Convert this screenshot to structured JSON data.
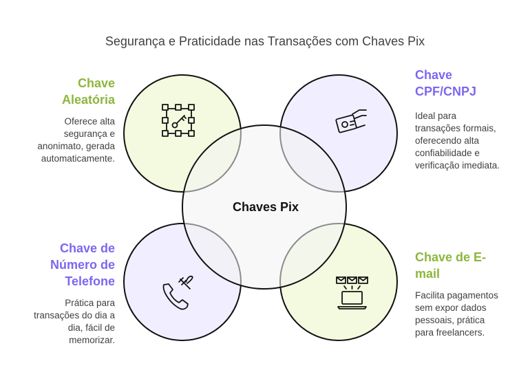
{
  "title": "Segurança e Praticidade nas Transações com Chaves Pix",
  "center": {
    "label": "Chaves Pix"
  },
  "colors": {
    "green_text": "#8db63c",
    "purple_text": "#7b68ee",
    "green_fill": "#f3fadf",
    "purple_fill": "#f1efff",
    "center_fill": "#f2f2f2"
  },
  "items": [
    {
      "id": "aleatoria",
      "heading": "Chave Aleatória",
      "heading_lines": [
        "Chave",
        "Aleatória"
      ],
      "description_lines": [
        "Oferece alta",
        "segurança e",
        "anonimato, gerada",
        "automaticamente."
      ],
      "icon": "random-key-icon"
    },
    {
      "id": "cpf",
      "heading": "Chave CPF/CNPJ",
      "heading_lines": [
        "Chave",
        "CPF/CNPJ"
      ],
      "description_lines": [
        "Ideal para",
        "transações formais,",
        "oferecendo alta",
        "confiabilidade e",
        "verificação imediata."
      ],
      "icon": "id-card-hand-icon"
    },
    {
      "id": "telefone",
      "heading": "Chave de Número de Telefone",
      "heading_lines": [
        "Chave de",
        "Número de",
        "Telefone"
      ],
      "description_lines": [
        "Prática para",
        "transações do dia a",
        "dia, fácil de",
        "memorizar."
      ],
      "icon": "phone-icon"
    },
    {
      "id": "email",
      "heading": "Chave de E-mail",
      "heading_lines": [
        "Chave de E-",
        "mail"
      ],
      "description_lines": [
        "Facilita pagamentos",
        "sem expor dados",
        "pessoais, prática",
        "para freelancers."
      ],
      "icon": "laptop-email-icon"
    }
  ]
}
